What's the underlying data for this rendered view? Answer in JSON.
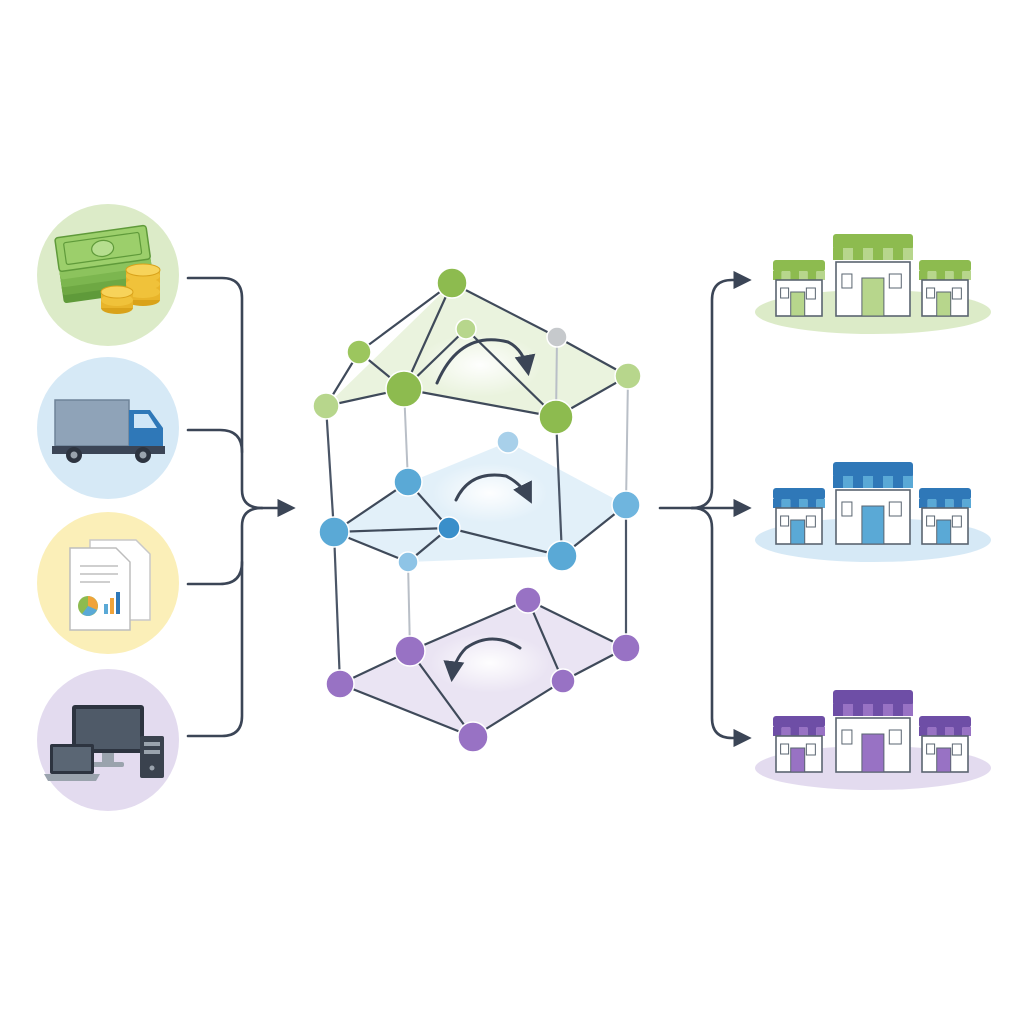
{
  "colors": {
    "green": "#8dbb4f",
    "green_light": "#b7d68c",
    "green_bg": "#dcebc8",
    "blue": "#5aa9d6",
    "blue_dark": "#2f78b8",
    "blue_bg": "#d6e9f6",
    "yellow_bg": "#fbefb8",
    "purple": "#9872c4",
    "purple_dark": "#6e4ea6",
    "purple_bg": "#e3dbef",
    "line": "#3b4556"
  },
  "inputs": [
    {
      "name": "money",
      "icon": "money-icon",
      "color": "green"
    },
    {
      "name": "logistics",
      "icon": "truck-icon",
      "color": "blue"
    },
    {
      "name": "information",
      "icon": "documents-chart-icon",
      "color": "yellow"
    },
    {
      "name": "technology",
      "icon": "computers-icon",
      "color": "purple"
    }
  ],
  "layers": [
    {
      "name": "top-layer",
      "color": "green",
      "rotation": "clockwise"
    },
    {
      "name": "middle-layer",
      "color": "blue",
      "rotation": "clockwise"
    },
    {
      "name": "bottom-layer",
      "color": "purple",
      "rotation": "counter-clockwise"
    }
  ],
  "outputs": [
    {
      "name": "green-stores",
      "icon": "storefront-icon",
      "color": "green"
    },
    {
      "name": "blue-stores",
      "icon": "storefront-icon",
      "color": "blue"
    },
    {
      "name": "purple-stores",
      "icon": "storefront-icon",
      "color": "purple"
    }
  ]
}
